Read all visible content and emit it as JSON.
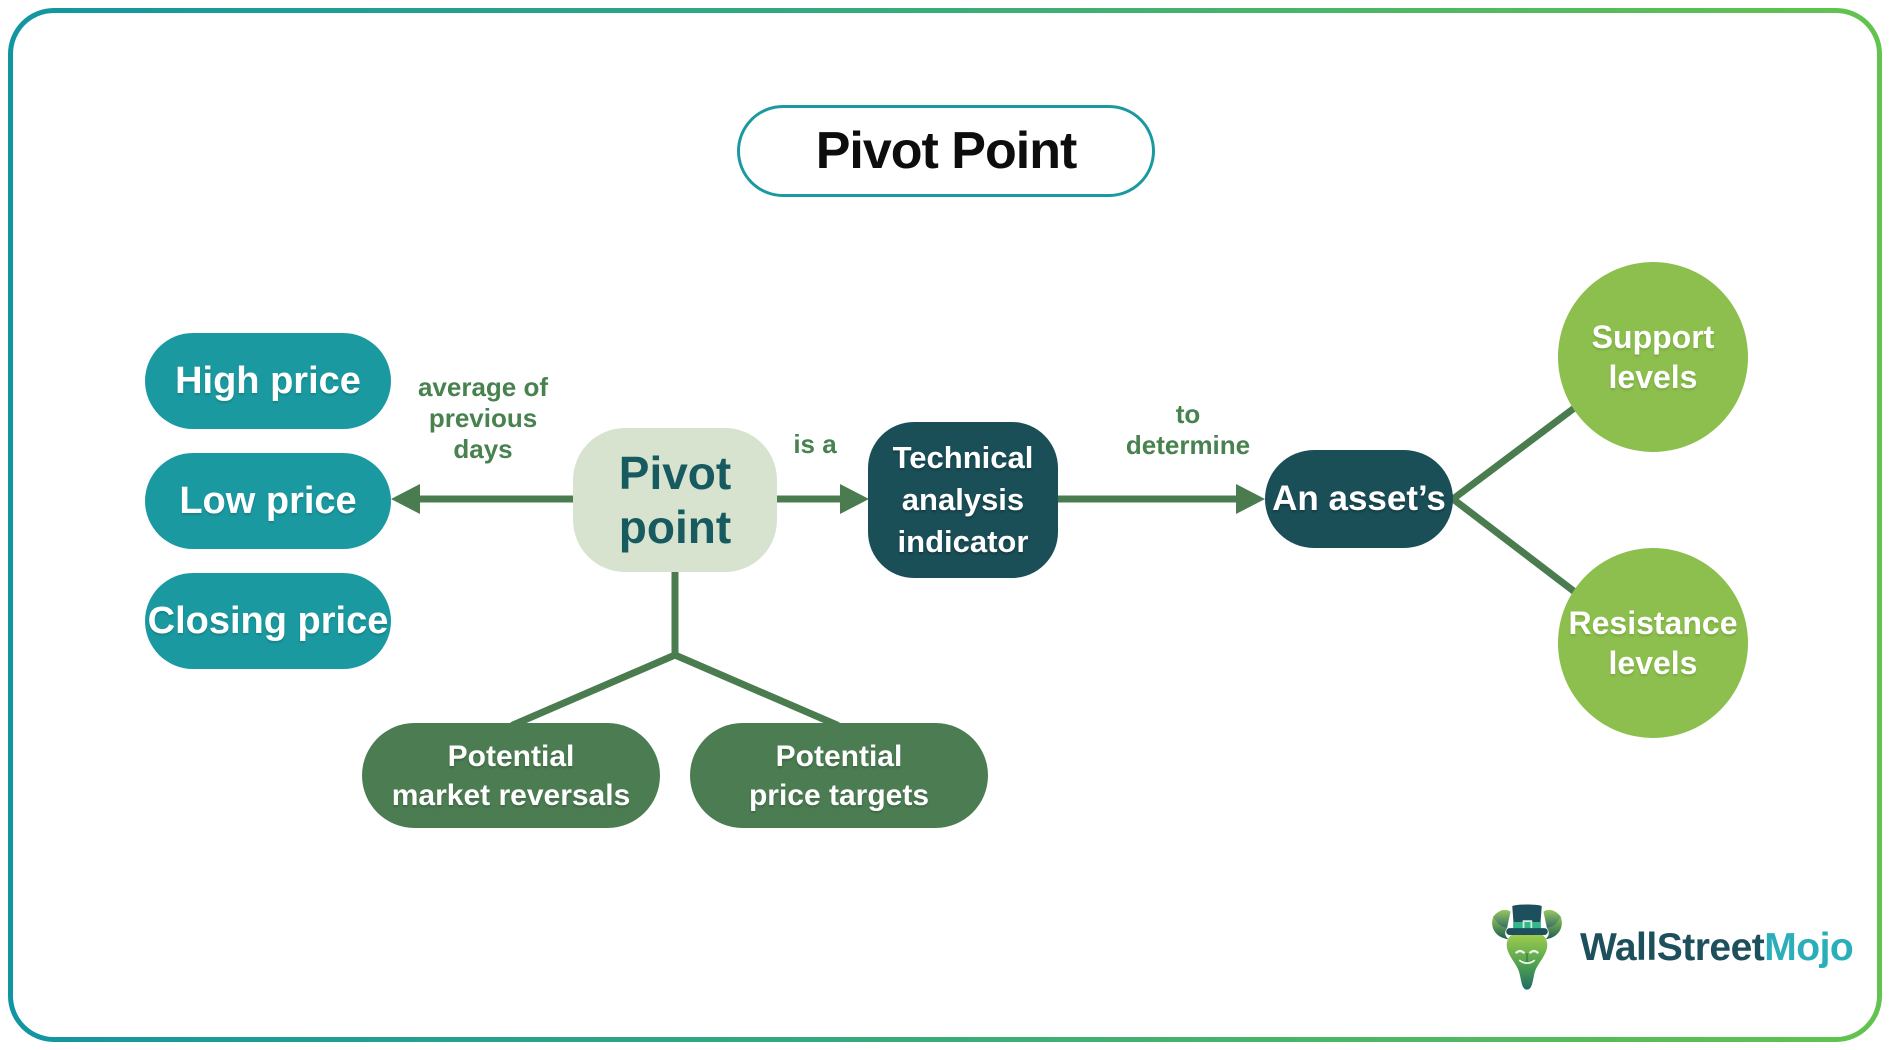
{
  "title": "Pivot Point",
  "nodes": {
    "high_price": "High price",
    "low_price": "Low price",
    "closing_price": "Closing price",
    "pivot_point": "Pivot\npoint",
    "technical_indicator": "Technical\nanalysis\nindicator",
    "asset": "An asset’s",
    "support": "Support\nlevels",
    "resistance": "Resistance\nlevels",
    "market_reversals": "Potential\nmarket reversals",
    "price_targets": "Potential\nprice targets"
  },
  "edge_labels": {
    "average": "average of\nprevious\ndays",
    "is_a": "is a",
    "to_determine": "to\ndetermine"
  },
  "logo": {
    "part1": "WallStreet",
    "part2": "Mojo"
  },
  "colors": {
    "teal_pill": "#1A9AA0",
    "dark_box": "#1A4F58",
    "sage_box": "#D7E3CE",
    "sage_text": "#175A5F",
    "circle_green": "#8CBF4D",
    "bottom_pill": "#4C7D52",
    "connector": "#4A7C50",
    "label_green": "#47824F",
    "title_border": "#1A9AA0",
    "title_text": "#0D0D0D",
    "frame_left": "#1295A3",
    "frame_right": "#62C34E",
    "logo_dark": "#1D4F5C",
    "logo_teal": "#2AAFBA"
  }
}
